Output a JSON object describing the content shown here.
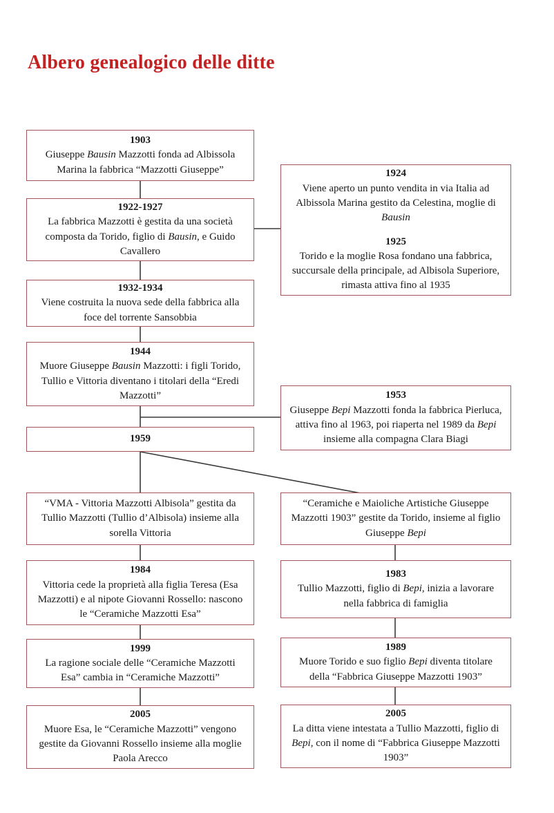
{
  "title": "Albero genealogico delle ditte",
  "colors": {
    "title_color": "#c32222",
    "box_border": "#a5565a",
    "connector": "#3a3a3a",
    "text_color": "#1b1b1b"
  },
  "boxes": {
    "b1903": {
      "year": "1903",
      "segments": [
        {
          "t": "Giuseppe "
        },
        {
          "t": "Bausin",
          "i": true
        },
        {
          "t": " Mazzotti fonda ad Albissola Marina la fabbrica “Mazzotti Giuseppe”"
        }
      ]
    },
    "b1922": {
      "year": "1922-1927",
      "segments": [
        {
          "t": "La fabbrica Mazzotti è gestita da una società composta da Torido, figlio di "
        },
        {
          "t": "Bausin",
          "i": true
        },
        {
          "t": ", e Guido Cavallero"
        }
      ]
    },
    "b1932": {
      "year": "1932-1934",
      "segments": [
        {
          "t": "Viene costruita la nuova sede della fabbrica alla foce del torrente Sansobbia"
        }
      ]
    },
    "b1944": {
      "year": "1944",
      "segments": [
        {
          "t": "Muore Giuseppe "
        },
        {
          "t": "Bausin",
          "i": true
        },
        {
          "t": " Mazzotti: i figli Torido, Tullio e Vittoria diventano i titolari della “Eredi Mazzotti”"
        }
      ]
    },
    "b1959": {
      "year": "1959"
    },
    "b1924": {
      "sections": [
        {
          "year": "1924",
          "segments": [
            {
              "t": "Viene aperto un punto vendita in via Italia ad Albissola Marina gestito da Celestina, moglie di "
            },
            {
              "t": "Bausin",
              "i": true
            }
          ]
        },
        {
          "year": "1925",
          "segments": [
            {
              "t": "Torido e la moglie Rosa fondano una fabbrica, succursale della principale, ad Albisola Superiore, rimasta attiva fino al 1935"
            }
          ]
        }
      ]
    },
    "b1953": {
      "year": "1953",
      "segments": [
        {
          "t": "Giuseppe "
        },
        {
          "t": "Bepi",
          "i": true
        },
        {
          "t": " Mazzotti fonda la fabbrica Pierluca, attiva fino al 1963, poi riaperta nel 1989 da "
        },
        {
          "t": "Bepi",
          "i": true
        },
        {
          "t": " insieme alla compagna Clara Biagi"
        }
      ]
    },
    "bvma": {
      "segments": [
        {
          "t": "“VMA - Vittoria Mazzotti Albisola” gestita da Tullio Mazzotti (Tullio d’Albisola) insieme alla sorella Vittoria"
        }
      ]
    },
    "bceramiche": {
      "segments": [
        {
          "t": "“Ceramiche e Maioliche Artistiche Giuseppe Mazzotti 1903” gestite da Torido, insieme al figlio Giuseppe "
        },
        {
          "t": "Bepi",
          "i": true
        }
      ]
    },
    "b1984": {
      "year": "1984",
      "segments": [
        {
          "t": "Vittoria cede la proprietà alla figlia Teresa (Esa Mazzotti) e al nipote Giovanni Rossello: nascono le “Ceramiche Mazzotti Esa”"
        }
      ]
    },
    "b1983": {
      "year": "1983",
      "segments": [
        {
          "t": "Tullio Mazzotti, figlio di "
        },
        {
          "t": "Bepi",
          "i": true
        },
        {
          "t": ", inizia a lavorare nella fabbrica di famiglia"
        }
      ]
    },
    "b1999": {
      "year": "1999",
      "segments": [
        {
          "t": "La ragione sociale delle “Ceramiche Mazzotti Esa” cambia in “Ceramiche Mazzotti”"
        }
      ]
    },
    "b1989": {
      "year": "1989",
      "segments": [
        {
          "t": "Muore Torido e suo figlio "
        },
        {
          "t": "Bepi",
          "i": true
        },
        {
          "t": " diventa titolare della “Fabbrica Giuseppe Mazzotti 1903”"
        }
      ]
    },
    "b2005l": {
      "year": "2005",
      "segments": [
        {
          "t": "Muore Esa, le “Ceramiche Mazzotti” vengono gestite da Giovanni Rossello insieme alla moglie Paola Arecco"
        }
      ]
    },
    "b2005r": {
      "year": "2005",
      "segments": [
        {
          "t": "La ditta viene intestata a Tullio Mazzotti, figlio di "
        },
        {
          "t": "Bepi",
          "i": true
        },
        {
          "t": ", con il nome di “Fabbrica Giuseppe Mazzotti 1903”"
        }
      ]
    }
  }
}
